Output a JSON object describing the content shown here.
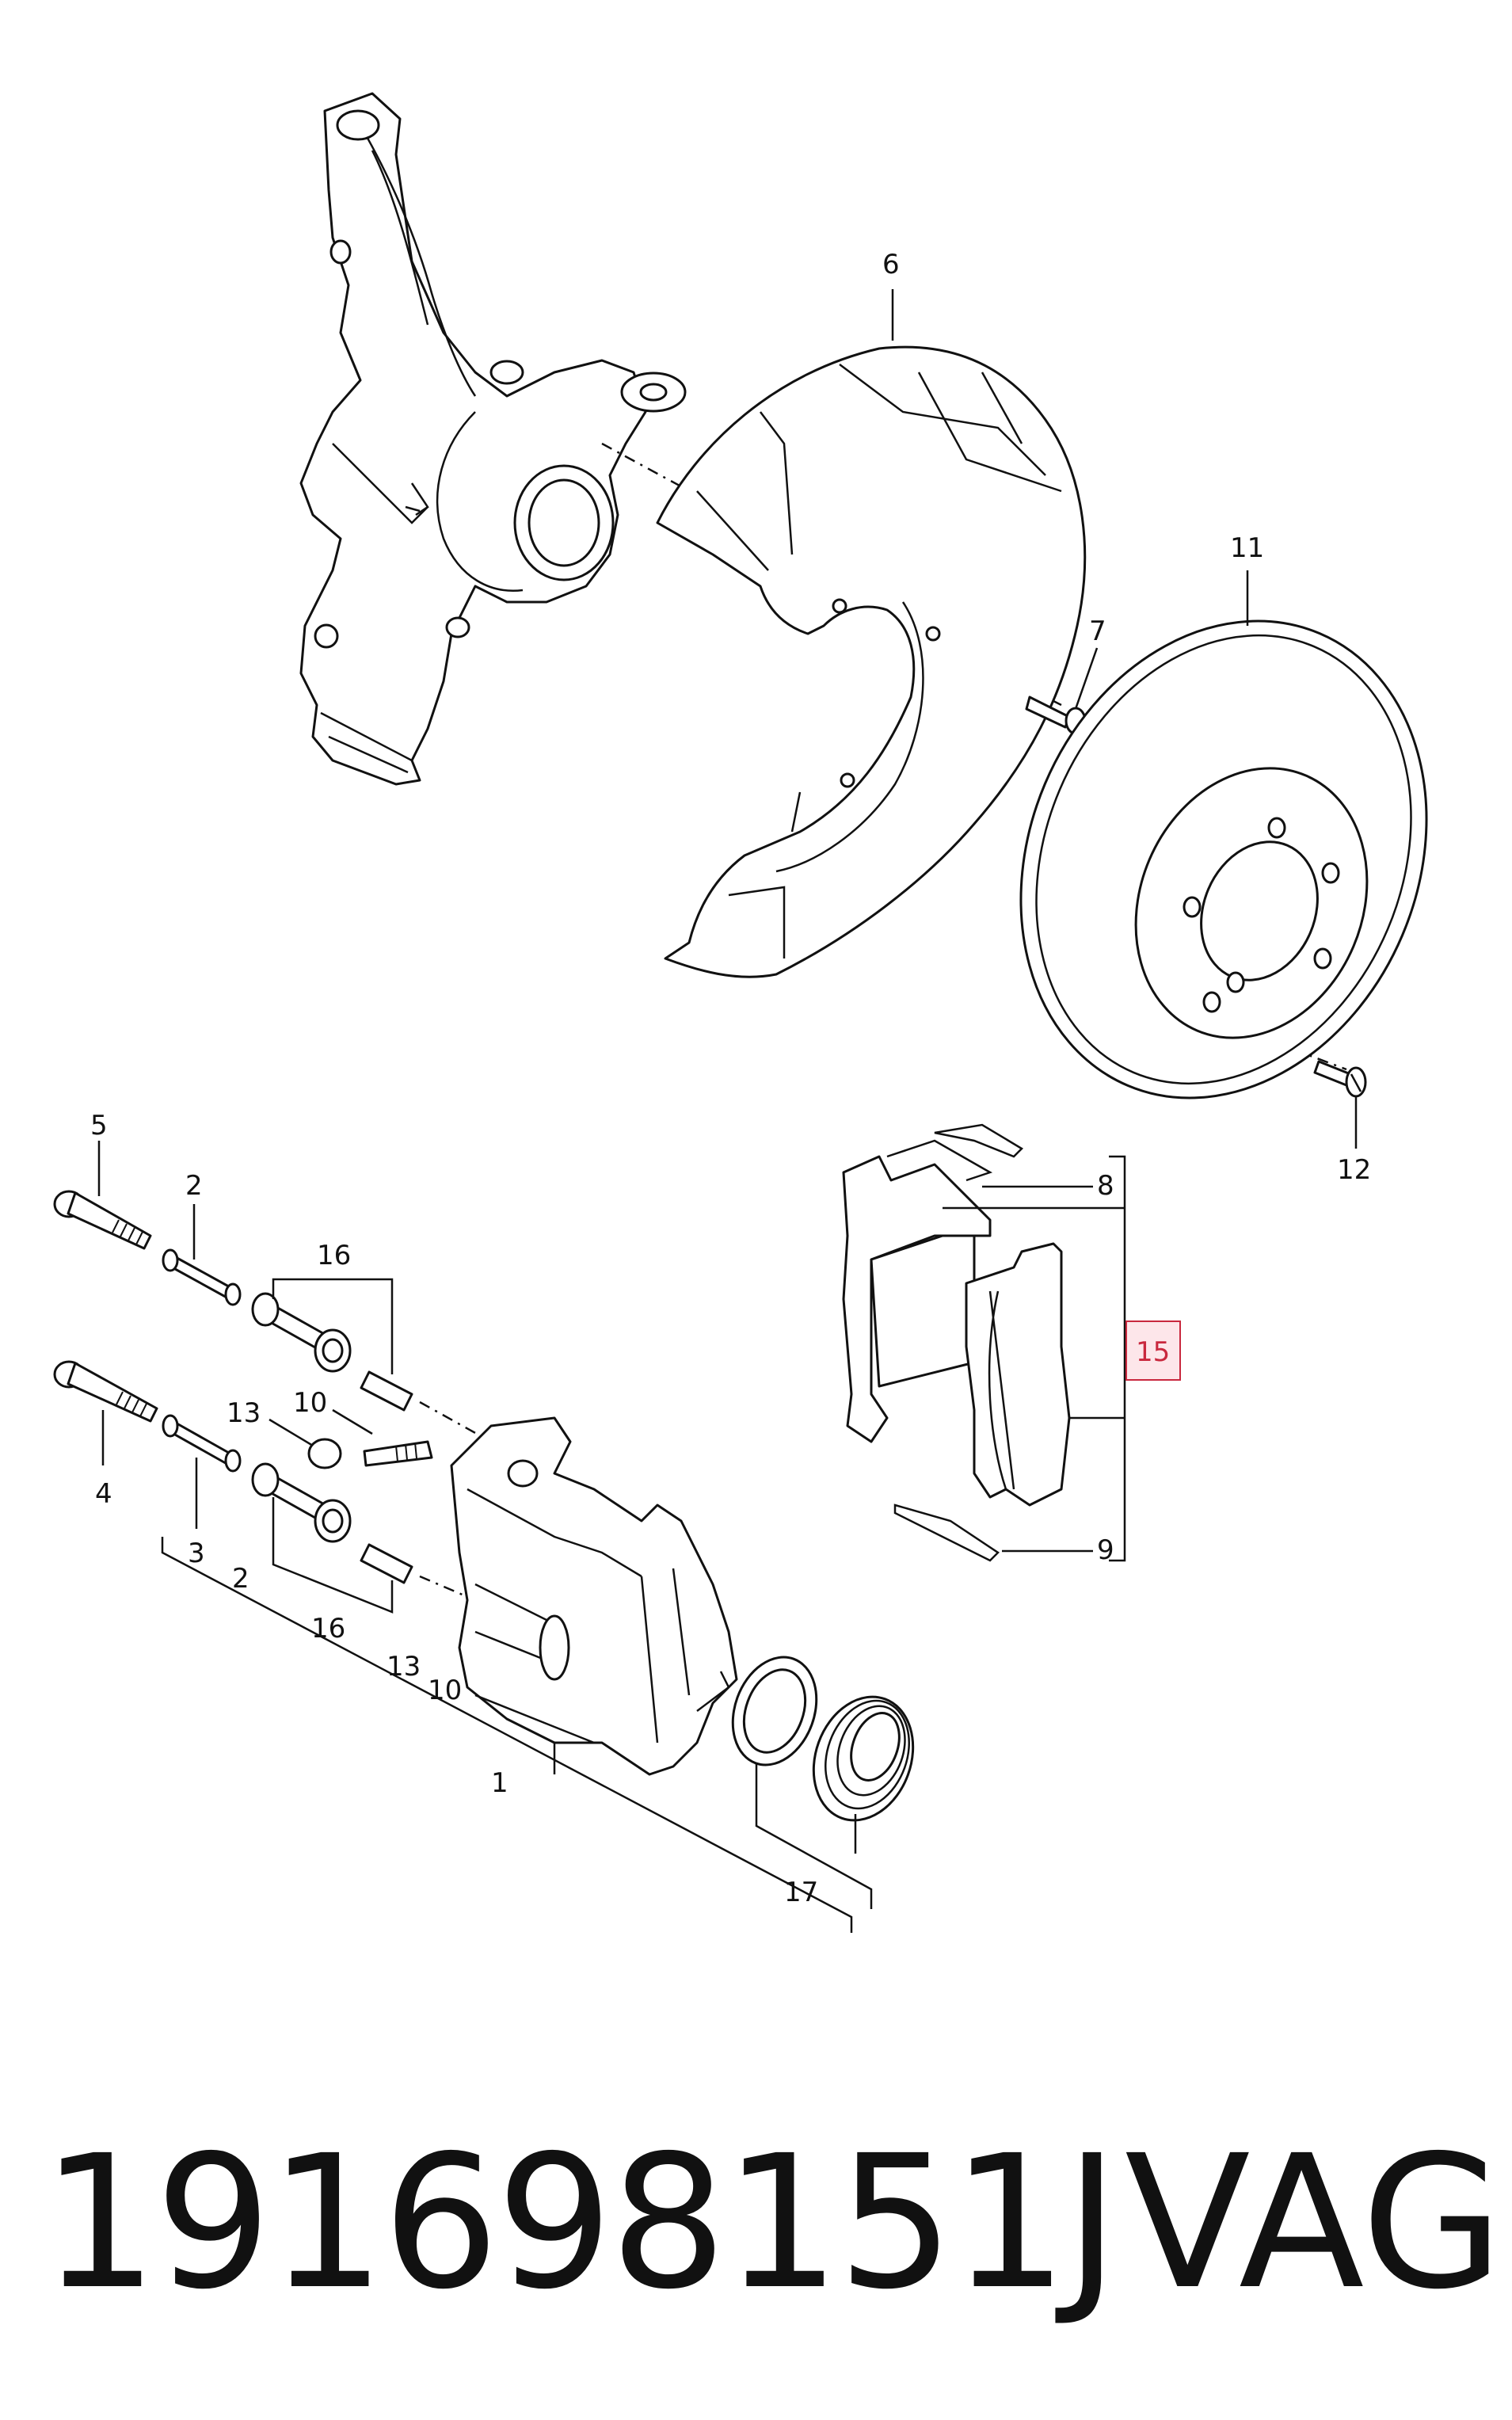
{
  "labels": {
    "part_1": "1",
    "part_2a": "2",
    "part_2b": "2",
    "part_3": "3",
    "part_4": "4",
    "part_5": "5",
    "part_6": "6",
    "part_7": "7",
    "part_8": "8",
    "part_9": "9",
    "part_10a": "10",
    "part_10b": "10",
    "part_11": "11",
    "part_12": "12",
    "part_13a": "13",
    "part_13b": "13",
    "part_15": "15",
    "part_16a": "16",
    "part_16b": "16",
    "part_17": "17"
  },
  "highlight_color": "#c9283e",
  "footer": {
    "part_number": "191698151J",
    "brand": "VAG"
  }
}
